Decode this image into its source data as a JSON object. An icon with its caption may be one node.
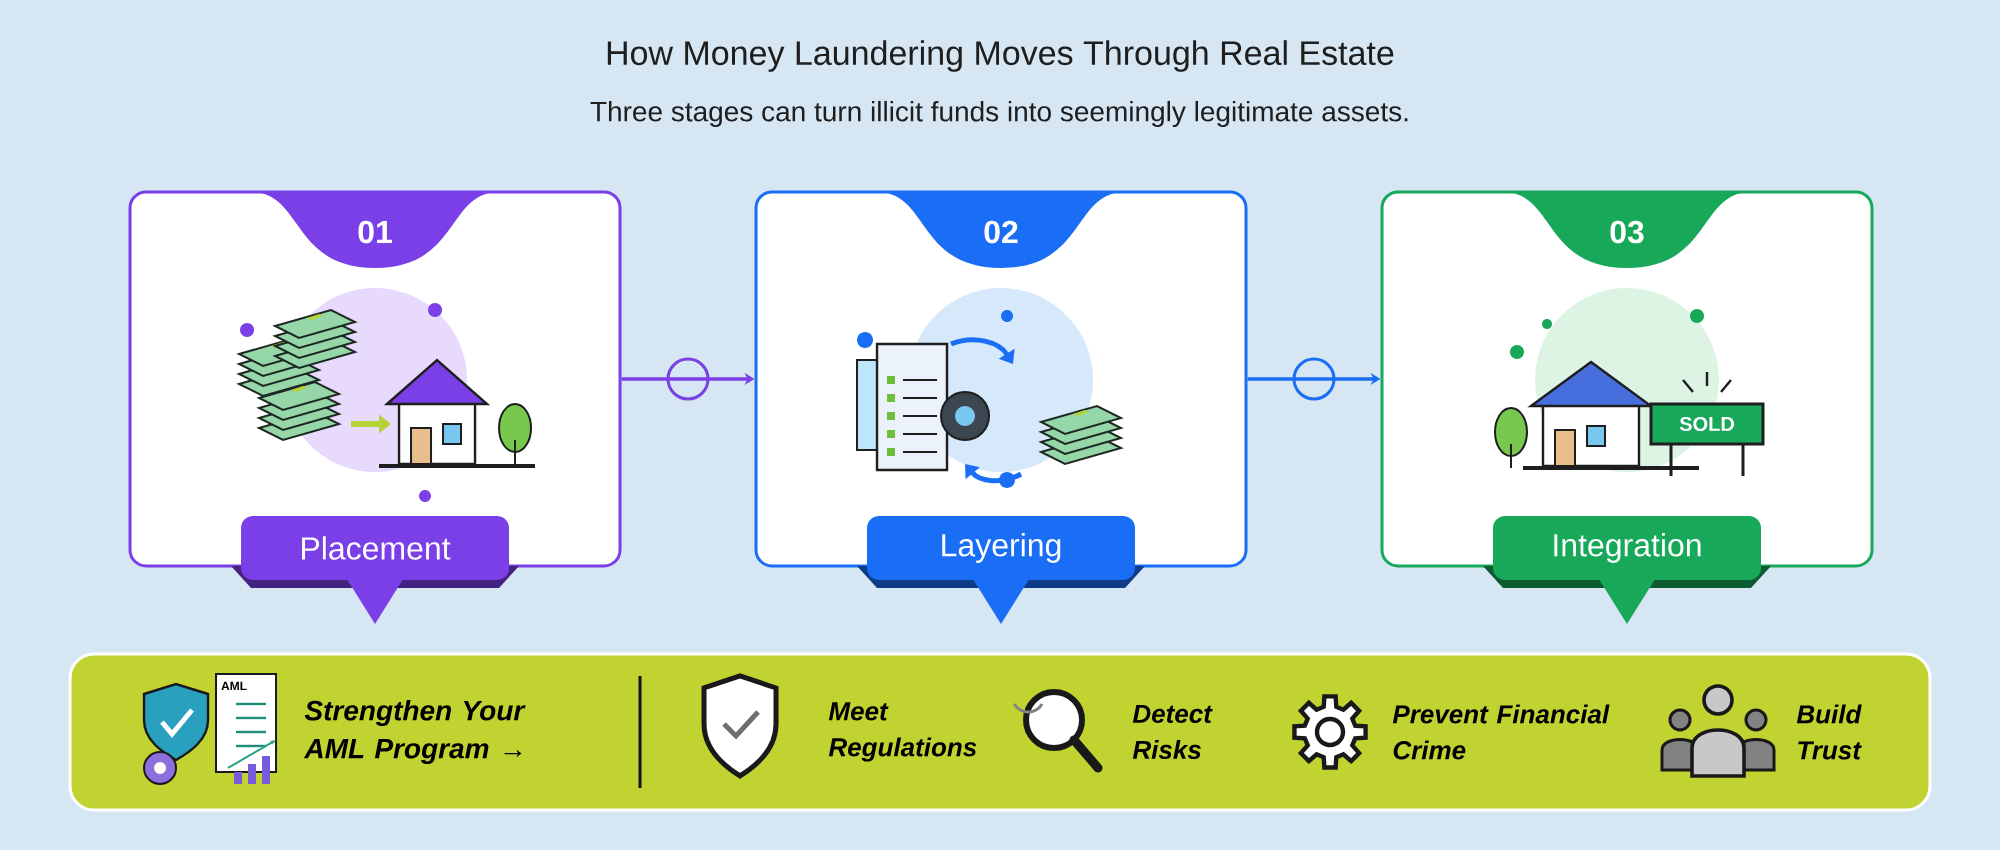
{
  "diagram": {
    "title": "How Money Laundering Moves Through Real Estate",
    "nodes": [
      {
        "text": [
          "01",
          "Placement"
        ]
      },
      {
        "text": [
          "02",
          "Layering"
        ]
      },
      {
        "text": [
          "03",
          "Integration"
        ]
      }
    ],
    "edges": [
      {
        "from": 0,
        "to": 1,
        "arrow": "to",
        "color": "#7b3fe8"
      },
      {
        "from": 1,
        "to": 2,
        "arrow": "to",
        "color": "#1a6ef5"
      }
    ],
    "labels": [
      "Three stages can turn illicit funds into seemingly legitimate assets.",
      "SOLD",
      "AML",
      "Strengthen Your AML Program →",
      "Meet Regulations",
      "Detect Risks",
      "Prevent Financial Crime",
      "Build Trust"
    ]
  }
}
